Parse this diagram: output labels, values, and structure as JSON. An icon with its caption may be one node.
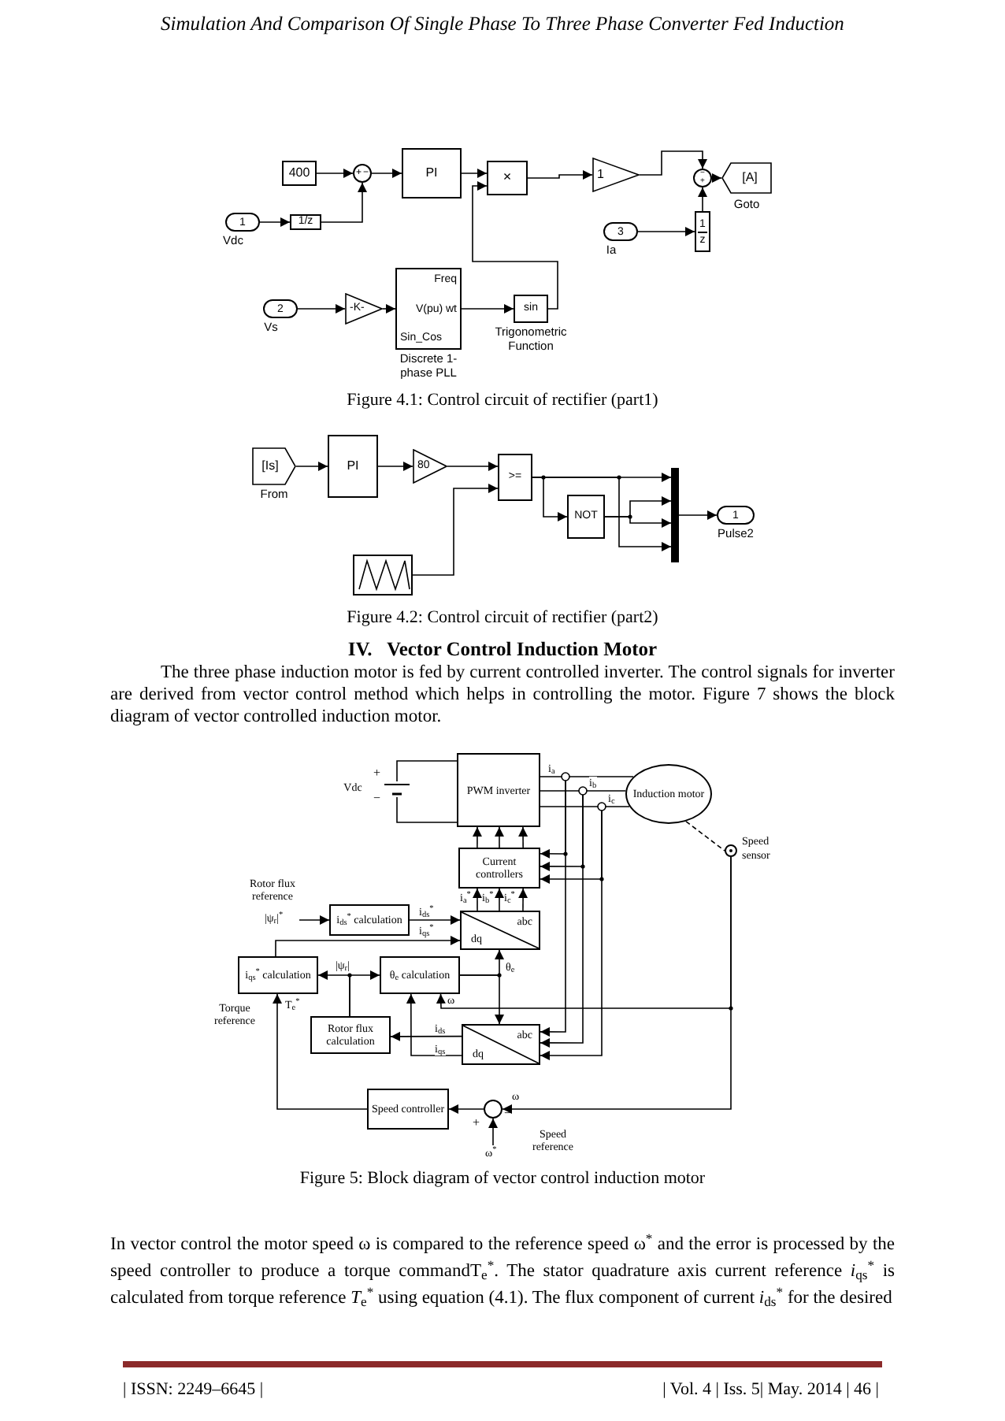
{
  "diagram": {
    "nodes": [
      {
        "text": [
          "400"
        ]
      },
      {
        "text": [
          "+",
          "−"
        ]
      },
      {
        "text": [
          "PI"
        ]
      },
      {
        "text": [
          "×"
        ]
      },
      {
        "text": [
          "1"
        ]
      },
      {
        "text": [
          "−",
          "+"
        ]
      },
      {
        "text": [
          "[A]"
        ],
        "beside": [
          "Goto"
        ]
      },
      {
        "text": [
          "1"
        ],
        "beside": [
          "Vdc"
        ]
      },
      {
        "text": [
          "1/z"
        ]
      },
      {
        "text": [
          "3"
        ],
        "beside": [
          "Ia"
        ]
      },
      {
        "text": [
          "1",
          "z"
        ]
      },
      {
        "text": [
          "2"
        ],
        "beside": [
          "Vs"
        ]
      },
      {
        "text": [
          "-K-"
        ]
      },
      {
        "text": [
          "Freq",
          "V(pu) wt",
          "Sin_Cos"
        ],
        "beside": [
          "Discrete 1-phase PLL"
        ]
      },
      {
        "text": [
          "sin"
        ],
        "beside": [
          "Trigonometric Function"
        ]
      },
      {
        "text": [
          "[Is]"
        ],
        "beside": [
          "From"
        ]
      },
      {
        "text": [
          "PI"
        ]
      },
      {
        "text": [
          "80"
        ]
      },
      {
        "text": [
          ">="
        ]
      },
      {
        "text": [
          "NOT"
        ]
      },
      {
        "text": [],
        "shape": "bar"
      },
      {
        "text": [
          "1"
        ],
        "beside": [
          "Pulse2"
        ]
      },
      {
        "text": [],
        "shape": "box"
      },
      {
        "text": [
          "PWM inverter"
        ]
      },
      {
        "text": [
          "Induction motor"
        ]
      },
      {
        "text": [
          "Current controllers"
        ]
      },
      {
        "text": [],
        "shape": "circle",
        "beside": [
          "Speed sensor"
        ]
      },
      {
        "text": [
          "i$_{ds}$$^{*}$ calculation"
        ]
      },
      {
        "text": [
          "abc",
          "dq"
        ]
      },
      {
        "text": [
          "i$_{qs}$$^{*}$ calculation"
        ]
      },
      {
        "text": [
          "θ$_{e}$ calculation"
        ]
      },
      {
        "text": [
          "Rotor flux calculation"
        ]
      },
      {
        "text": [
          "abc",
          "dq"
        ]
      },
      {
        "text": [
          "Speed controller"
        ]
      },
      {
        "text": [],
        "shape": "circle"
      },
      {
        "text": [],
        "shape": "battery",
        "beside": [
          "Vdc"
        ]
      }
    ],
    "edges": [
      {
        "from": 0,
        "to": 1,
        "arrow": "to"
      },
      {
        "from": 7,
        "to": 8,
        "arrow": "to"
      },
      {
        "from": 8,
        "to": 1,
        "arrow": "to"
      },
      {
        "from": 1,
        "to": 2,
        "arrow": "to"
      },
      {
        "from": 2,
        "to": 3,
        "arrow": "to"
      },
      {
        "from": 14,
        "to": 3,
        "arrow": "to"
      },
      {
        "from": 3,
        "to": 4,
        "arrow": "to"
      },
      {
        "from": 4,
        "to": 5,
        "arrow": "to"
      },
      {
        "from": 9,
        "to": 10,
        "arrow": "to"
      },
      {
        "from": 10,
        "to": 5,
        "arrow": "to"
      },
      {
        "from": 5,
        "to": 6,
        "arrow": "to"
      },
      {
        "from": 11,
        "to": 12,
        "arrow": "to"
      },
      {
        "from": 12,
        "to": 13,
        "arrow": "to"
      },
      {
        "from": 13,
        "to": 14,
        "arrow": "to"
      },
      {
        "from": 15,
        "to": 16,
        "arrow": "to"
      },
      {
        "from": 16,
        "to": 17,
        "arrow": "to"
      },
      {
        "from": 17,
        "to": 18,
        "arrow": "to"
      },
      {
        "from": 22,
        "to": 18,
        "arrow": "to"
      },
      {
        "from": 18,
        "to": 20,
        "arrow": "to"
      },
      {
        "from": 18,
        "to": 19,
        "arrow": "to"
      },
      {
        "from": 19,
        "to": 20,
        "arrow": "to"
      },
      {
        "from": 19,
        "to": 20,
        "arrow": "to"
      },
      {
        "from": 18,
        "to": 20,
        "arrow": "to"
      },
      {
        "from": 20,
        "to": 21,
        "arrow": "to"
      },
      {
        "from": 35,
        "to": 23,
        "arrow": "none"
      },
      {
        "from": 35,
        "to": 23,
        "arrow": "none"
      },
      {
        "from": 23,
        "to": 24,
        "arrow": "none",
        "label": "i$_{a}$"
      },
      {
        "from": 23,
        "to": 24,
        "arrow": "none",
        "label": "i$_{b}$"
      },
      {
        "from": 23,
        "to": 24,
        "arrow": "none",
        "label": "i$_{c}$"
      },
      {
        "from": 24,
        "to": 26,
        "arrow": "none",
        "style": "dashed"
      },
      {
        "from": 25,
        "to": 23,
        "arrow": "to"
      },
      {
        "from": 25,
        "to": 23,
        "arrow": "to"
      },
      {
        "from": 25,
        "to": 23,
        "arrow": "to"
      },
      {
        "from": 28,
        "to": 25,
        "arrow": "to",
        "label": "i$_{a}$$^{*}$"
      },
      {
        "from": 28,
        "to": 25,
        "arrow": "to",
        "label": "i$_{b}$$^{*}$"
      },
      {
        "from": 28,
        "to": 25,
        "arrow": "to",
        "label": "i$_{c}$$^{*}$"
      },
      {
        "from": null,
        "to": 25,
        "arrow": "to"
      },
      {
        "from": null,
        "to": 25,
        "arrow": "to"
      },
      {
        "from": null,
        "to": 25,
        "arrow": "to"
      },
      {
        "from": null,
        "to": 32,
        "arrow": "to"
      },
      {
        "from": null,
        "to": 32,
        "arrow": "to"
      },
      {
        "from": null,
        "to": 32,
        "arrow": "to"
      },
      {
        "from": null,
        "to": 27,
        "arrow": "to",
        "label": "|ψ$_{r}$|$^{*}$"
      },
      {
        "from": 27,
        "to": 28,
        "arrow": "to",
        "label": "i$_{ds}$$^{*}$"
      },
      {
        "from": 29,
        "to": 28,
        "arrow": "to",
        "label": "i$_{qs}$$^{*}$"
      },
      {
        "from": 31,
        "to": 29,
        "arrow": "to",
        "label": "|ψ$_{r}$|"
      },
      {
        "from": 31,
        "to": 30,
        "arrow": "to"
      },
      {
        "from": 30,
        "to": 28,
        "arrow": "to",
        "label": "θ$_{e}$"
      },
      {
        "from": 30,
        "to": 32,
        "arrow": "to"
      },
      {
        "from": 32,
        "to": 31,
        "arrow": "to",
        "label": "i$_{ds}$"
      },
      {
        "from": 32,
        "to": 30,
        "arrow": "to",
        "label": "i$_{qs}$"
      },
      {
        "from": 26,
        "to": 30,
        "arrow": "to",
        "label": "ω"
      },
      {
        "from": 26,
        "to": 34,
        "arrow": "to",
        "label": "ω"
      },
      {
        "from": 34,
        "to": 33,
        "arrow": "to"
      },
      {
        "from": 33,
        "to": 29,
        "arrow": "to",
        "label": "T$_{e}$$^{*}$"
      },
      {
        "from": null,
        "to": 34,
        "arrow": "to",
        "label": "ω$^{*}$"
      }
    ],
    "labels": [
      "Simulation And Comparison Of Single Phase To Three Phase Converter Fed Induction",
      "Figure 4.1: Control circuit of rectifier (part1)",
      "Figure 4.2: Control circuit of rectifier (part2)",
      "IV.   Vector Control Induction Motor",
      "The three phase induction motor is fed by current controlled inverter. The control signals for inverter are derived from vector control method which helps in controlling the motor. Figure 7  shows the block diagram of vector controlled induction motor.",
      "Rotor flux reference",
      "+",
      "−",
      "Torque reference",
      "+",
      "−",
      "Speed reference",
      "Figure 5: Block diagram of vector control induction motor",
      "In vector control the motor speed ω is compared to the reference speed ω$^{*}$ and the error is processed by the speed controller to produce a torque commandT$_{e}$$^{*}$. The stator quadrature axis current reference *i*$_{qs}$$^{*}$ is calculated from torque reference *T*$_{e}$$^{*}$ using equation (4.1). The flux component of current *i*$_{ds}$$^{*}$ for the desired",
      "| ISSN: 2249–6645 |",
      "| Vol. 4 | Iss. 5| May. 2014 | 46 |"
    ]
  }
}
